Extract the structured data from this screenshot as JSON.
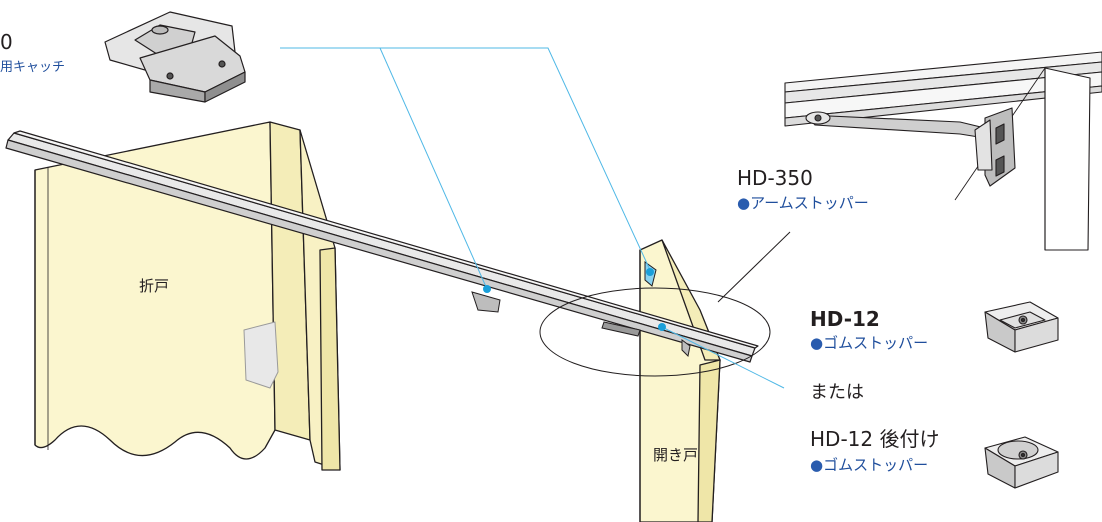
{
  "labels": {
    "catch_code": "0",
    "catch_sub": "用キャッチ",
    "fold_door": "折戸",
    "swing_door": "開き戸",
    "hd350_code": "HD-350",
    "hd350_sub": "アームストッパー",
    "hd12_code": "HD-12",
    "hd12_sub": "ゴムストッパー",
    "or_text": "または",
    "hd12r_code": "HD-12 後付け",
    "hd12r_sub": "ゴムストッパー",
    "bullet": "●"
  },
  "colors": {
    "leader": "#4fb8e6",
    "door_fill": "#fbf6cf",
    "line": "#231f20",
    "accent_dot": "#1a9fd9",
    "sub_text": "#1f4e9c"
  }
}
